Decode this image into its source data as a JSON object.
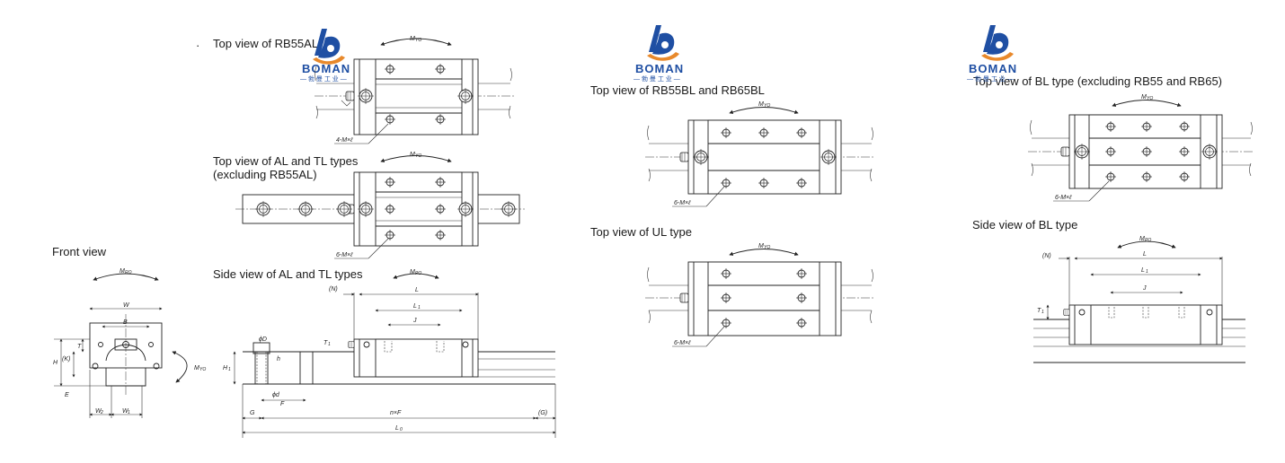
{
  "captions": {
    "top_rb55al": "Top view of RB55AL",
    "top_al_tl": "Top view of AL and TL types (excluding RB55AL)",
    "side_al_tl": "Side view of AL and TL types",
    "front": "Front view",
    "top_rb55bl_rb65bl": "Top view of RB55BL and RB65BL",
    "top_ul": "Top view of UL type",
    "top_bl": "Top view of BL type (excluding RB55 and RB65)",
    "side_bl": "Side view of BL type"
  },
  "bullet": "·",
  "logo": {
    "name": "BOMAN",
    "sub": "— 勃 曼 工 业 —"
  },
  "labels": {
    "myo": "M",
    "myo_sub": "YO",
    "mpo": "M",
    "mpo_sub": "PO",
    "mro": "M",
    "mro_sub": "RO",
    "holes4": "4-M×ℓ",
    "holes6": "6-M×ℓ",
    "N": "(N)",
    "L": "L",
    "L1": "L",
    "L1_sub": "1",
    "J": "J",
    "T1": "T",
    "T1_sub": "1",
    "phiD": "ϕD",
    "h": "h",
    "phid": "ϕd",
    "F": "F",
    "G": "G",
    "nF": "n×F",
    "Gp": "(G)",
    "L0": "L",
    "L0_sub": "0",
    "H1": "H",
    "H1_sub": "1",
    "W": "W",
    "B": "B",
    "T": "T",
    "H": "H",
    "K": "(K)",
    "E": "E",
    "W2": "W",
    "W2_sub": "2",
    "W1": "W",
    "W1_sub": "1"
  },
  "colors": {
    "logo_blue": "#1f4fa3",
    "logo_orange": "#e8892b",
    "line": "#222222"
  },
  "icons": [
    "boman-logo-icon",
    "grease-nipple-icon"
  ]
}
